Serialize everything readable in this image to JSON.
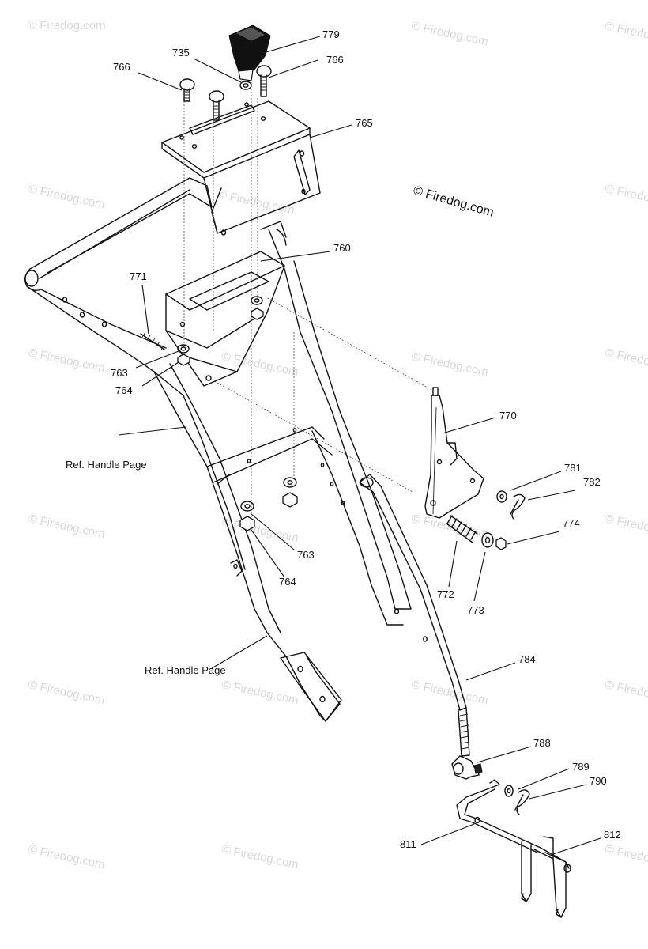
{
  "watermark": {
    "text": "© Firedog.com"
  },
  "copyright": {
    "text": "© Firedog.com"
  },
  "references": {
    "upper_handle": "Ref. Handle Page",
    "lower_handle": "Ref. Handle Page"
  },
  "callouts": [
    {
      "id": "779",
      "label": "779"
    },
    {
      "id": "735",
      "label": "735"
    },
    {
      "id": "766a",
      "label": "766"
    },
    {
      "id": "766b",
      "label": "766"
    },
    {
      "id": "765",
      "label": "765"
    },
    {
      "id": "760",
      "label": "760"
    },
    {
      "id": "771",
      "label": "771"
    },
    {
      "id": "763a",
      "label": "763"
    },
    {
      "id": "764a",
      "label": "764"
    },
    {
      "id": "770",
      "label": "770"
    },
    {
      "id": "781",
      "label": "781"
    },
    {
      "id": "782",
      "label": "782"
    },
    {
      "id": "774",
      "label": "774"
    },
    {
      "id": "763b",
      "label": "763"
    },
    {
      "id": "764b",
      "label": "764"
    },
    {
      "id": "772",
      "label": "772"
    },
    {
      "id": "773",
      "label": "773"
    },
    {
      "id": "784",
      "label": "784"
    },
    {
      "id": "788",
      "label": "788"
    },
    {
      "id": "789",
      "label": "789"
    },
    {
      "id": "790",
      "label": "790"
    },
    {
      "id": "811",
      "label": "811"
    },
    {
      "id": "812",
      "label": "812"
    }
  ]
}
